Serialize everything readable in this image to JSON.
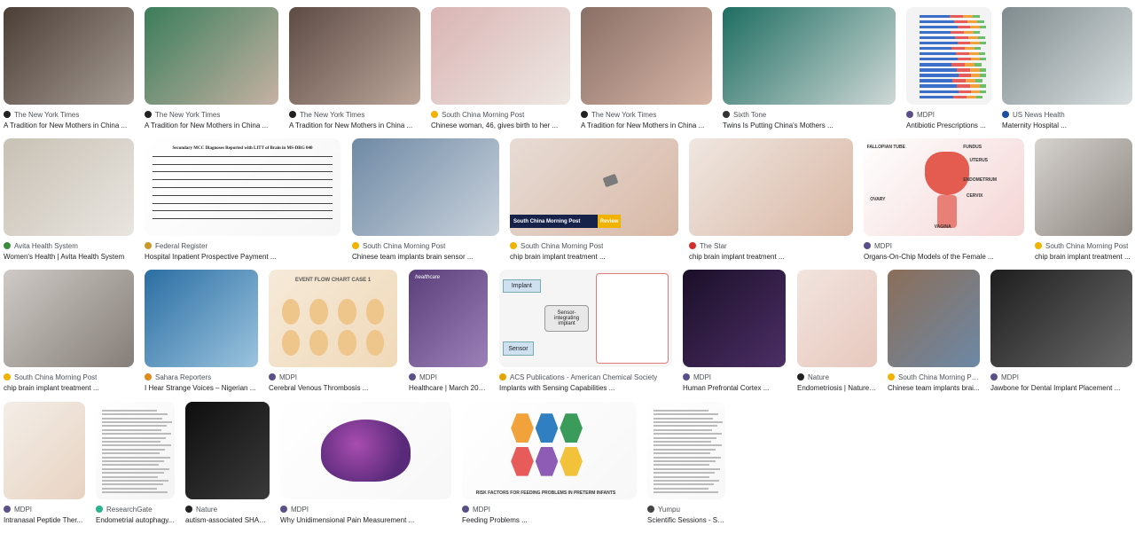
{
  "results": [
    {
      "source": "The New York Times",
      "caption": "A Tradition for New Mothers in China ...",
      "fav": "#222222",
      "c1": "#4a3e37",
      "c2": "#a79c93"
    },
    {
      "source": "The New York Times",
      "caption": "A Tradition for New Mothers in China ...",
      "fav": "#222222",
      "c1": "#3b7d5a",
      "c2": "#c6b2a4"
    },
    {
      "source": "The New York Times",
      "caption": "A Tradition for New Mothers in China ...",
      "fav": "#222222",
      "c1": "#5d4b44",
      "c2": "#bda79b"
    },
    {
      "source": "South China Morning Post",
      "caption": "Chinese woman, 46, gives birth to her ...",
      "fav": "#f2b200",
      "c1": "#d9b4b3",
      "c2": "#eee8e3"
    },
    {
      "source": "The New York Times",
      "caption": "A Tradition for New Mothers in China ...",
      "fav": "#222222",
      "c1": "#8a6f66",
      "c2": "#d7b6a7"
    },
    {
      "source": "Sixth Tone",
      "caption": "Twins Is Putting China's Mothers ...",
      "fav": "#333333",
      "c1": "#1f6e62",
      "c2": "#cfd8d6"
    },
    {
      "source": "MDPI",
      "caption": "Antibiotic Prescriptions ...",
      "fav": "#5b4f8a",
      "c1": "#f3f3f3",
      "c2": "#f3f3f3"
    },
    {
      "source": "US News Health",
      "caption": "Maternity Hospital ...",
      "fav": "#1d4fa0",
      "c1": "#7f8b8e",
      "c2": "#d9dfe0"
    },
    {
      "source": "Avita Health System",
      "caption": "Women's Health | Avita Health System",
      "fav": "#3a8d3f",
      "c1": "#c8c1b5",
      "c2": "#e9e5df"
    },
    {
      "source": "Federal Register",
      "caption": "Hospital Inpatient Prospective Payment ...",
      "fav": "#c99a2a",
      "c1": "#ffffff",
      "c2": "#f6f6f6"
    },
    {
      "source": "South China Morning Post",
      "caption": "Chinese team implants brain sensor ...",
      "fav": "#f2b200",
      "c1": "#6f8aa5",
      "c2": "#c9d2dc"
    },
    {
      "source": "South China Morning Post",
      "caption": "chip brain implant treatment ...",
      "fav": "#f2b200",
      "c1": "#e7dcd5",
      "c2": "#d8b8a6"
    },
    {
      "source": "The Star",
      "caption": "chip brain implant treatment ...",
      "fav": "#d32f2f",
      "c1": "#efe7e1",
      "c2": "#d9b7a4"
    },
    {
      "source": "MDPI",
      "caption": "Organs-On-Chip Models of the Female ...",
      "fav": "#5b4f8a",
      "c1": "#ffffff",
      "c2": "#f4d4d4"
    },
    {
      "source": "South China Morning Post",
      "caption": "chip brain implant treatment ...",
      "fav": "#f2b200",
      "c1": "#d6d2ce",
      "c2": "#8d8680"
    },
    {
      "source": "South China Morning Post",
      "caption": "chip brain implant treatment ...",
      "fav": "#f2b200",
      "c1": "#cfcac6",
      "c2": "#857e78"
    },
    {
      "source": "Sahara Reporters",
      "caption": "I Hear Strange Voices – Nigerian ...",
      "fav": "#e08a1e",
      "c1": "#2b6ea3",
      "c2": "#9bc4de"
    },
    {
      "source": "MDPI",
      "caption": "Cerebral Venous Thrombosis ...",
      "fav": "#5b4f8a",
      "c1": "#f6ead9",
      "c2": "#f0d9b8"
    },
    {
      "source": "MDPI",
      "caption": "Healthcare | March 202...",
      "fav": "#5b4f8a",
      "c1": "#5a3f7a",
      "c2": "#9c80b8"
    },
    {
      "source": "ACS Publications - American Chemical Society",
      "caption": "Implants with Sensing Capabilities ...",
      "fav": "#e6a400",
      "c1": "#f5f5f5",
      "c2": "#f5f5f5"
    },
    {
      "source": "MDPI",
      "caption": "Human Prefrontal Cortex ...",
      "fav": "#5b4f8a",
      "c1": "#1b0f28",
      "c2": "#4c2f66"
    },
    {
      "source": "Nature",
      "caption": "Endometriosis | Nature ...",
      "fav": "#222222",
      "c1": "#f2e4df",
      "c2": "#e7c8bd"
    },
    {
      "source": "South China Morning Po...",
      "caption": "Chinese team implants brai...",
      "fav": "#f2b200",
      "c1": "#8b6e58",
      "c2": "#6d88a6"
    },
    {
      "source": "MDPI",
      "caption": "Jawbone for Dental Implant Placement ...",
      "fav": "#5b4f8a",
      "c1": "#1e1e1e",
      "c2": "#6a6a6a"
    },
    {
      "source": "MDPI",
      "caption": "Intranasal Peptide Ther...",
      "fav": "#5b4f8a",
      "c1": "#f3eee7",
      "c2": "#e8d3c2"
    },
    {
      "source": "ResearchGate",
      "caption": "Endometrial autophagy...",
      "fav": "#2bb38f",
      "c1": "#ffffff",
      "c2": "#f3f3f3"
    },
    {
      "source": "Nature",
      "caption": "autism-associated SHAN...",
      "fav": "#222222",
      "c1": "#0e0e0e",
      "c2": "#3a3a3a"
    },
    {
      "source": "MDPI",
      "caption": "Why Unidimensional Pain Measurement ...",
      "fav": "#5b4f8a",
      "c1": "#ffffff",
      "c2": "#f7f7f7"
    },
    {
      "source": "MDPI",
      "caption": "Feeding Problems ...",
      "fav": "#5b4f8a",
      "c1": "#ffffff",
      "c2": "#f7f7f7"
    },
    {
      "source": "Yumpu",
      "caption": "Scientific Sessions - So...",
      "fav": "#444444",
      "c1": "#ffffff",
      "c2": "#f7f7f7"
    }
  ],
  "overlays": {
    "scmp_banner": "South China Morning Post",
    "review": "Review",
    "event_flow": "EVENT FLOW CHART CASE 1",
    "healthcare": "healthcare",
    "implant": "Implant",
    "sensor": "Sensor",
    "sensor_integrating": "Sensor-integrating implant",
    "table_title": "Secondary MCC Diagnoses Reported with LITT of Brain in MS-DRG 040",
    "feeding_title": "RISK FACTORS FOR FEEDING PROBLEMS IN PRETERM INFANTS",
    "uterus_labels": [
      "FALLOPIAN TUBE",
      "FUNDUS",
      "UTERUS",
      "ENDOMETRIUM",
      "OVARY",
      "CERVIX",
      "VAGINA"
    ]
  }
}
